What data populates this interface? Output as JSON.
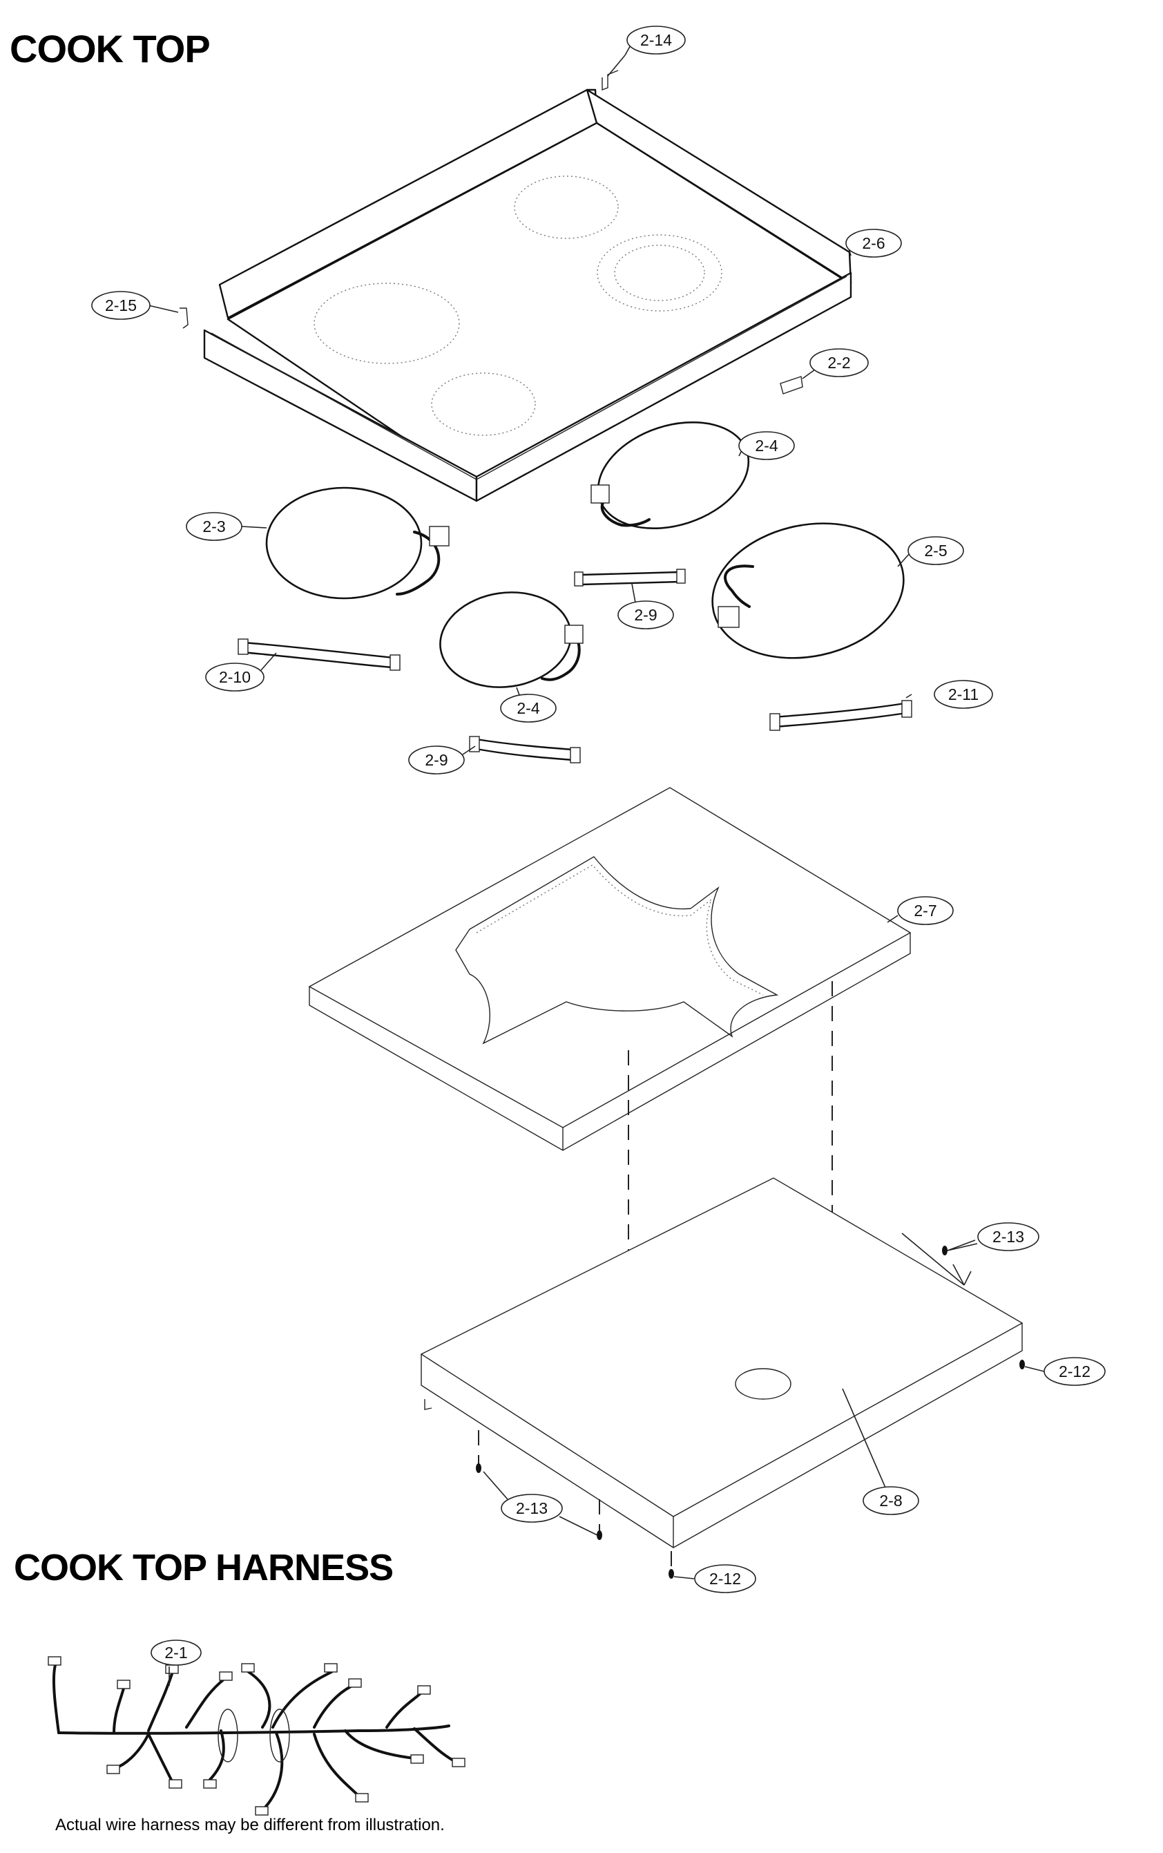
{
  "titles": {
    "cook_top": "COOK TOP",
    "cook_top_harness": "COOK TOP HARNESS"
  },
  "footnote": "Actual wire harness may be different from illustration.",
  "callouts": {
    "c2_14": "2-14",
    "c2_6": "2-6",
    "c2_15": "2-15",
    "c2_2": "2-2",
    "c2_4_upper": "2-4",
    "c2_3": "2-3",
    "c2_5": "2-5",
    "c2_9_upper": "2-9",
    "c2_10": "2-10",
    "c2_4_lower": "2-4",
    "c2_11": "2-11",
    "c2_9_lower": "2-9",
    "c2_7": "2-7",
    "c2_13_right": "2-13",
    "c2_12_right": "2-12",
    "c2_13_left": "2-13",
    "c2_8": "2-8",
    "c2_12_bottom": "2-12",
    "c2_1": "2-1"
  }
}
